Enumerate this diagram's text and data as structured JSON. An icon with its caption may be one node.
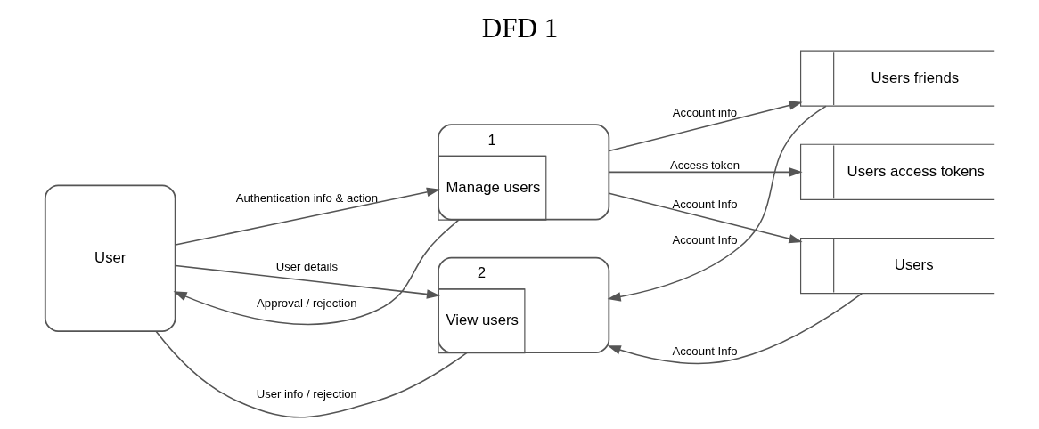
{
  "diagram": {
    "title": "DFD 1",
    "nodes": [
      {
        "text": [
          "User"
        ]
      },
      {
        "text": [
          "1",
          "Manage users"
        ]
      },
      {
        "text": [
          "Users friends"
        ]
      },
      {
        "text": [
          "Users access tokens"
        ]
      },
      {
        "text": [
          "Users"
        ]
      },
      {
        "text": [
          "2",
          "View users"
        ]
      }
    ],
    "edges": [
      {
        "from": 0,
        "to": 1,
        "arrow": "to",
        "label": "Authentication info & action"
      },
      {
        "from": 1,
        "to": 0,
        "arrow": "to",
        "label": "Approval / rejection"
      },
      {
        "from": 1,
        "to": 2,
        "arrow": "to",
        "label": "Account info"
      },
      {
        "from": 1,
        "to": 3,
        "arrow": "to",
        "label": "Access token"
      },
      {
        "from": 1,
        "to": 4,
        "arrow": "to",
        "label": "Account Info"
      },
      {
        "from": 4,
        "to": 5,
        "arrow": "to",
        "label": "Account Info"
      },
      {
        "from": 2,
        "to": 5,
        "arrow": "to",
        "label": "Account Info"
      },
      {
        "from": 0,
        "to": 5,
        "arrow": "to",
        "label": "User details"
      },
      {
        "from": 5,
        "to": 0,
        "arrow": "none",
        "label": "User info / rejection"
      }
    ]
  }
}
